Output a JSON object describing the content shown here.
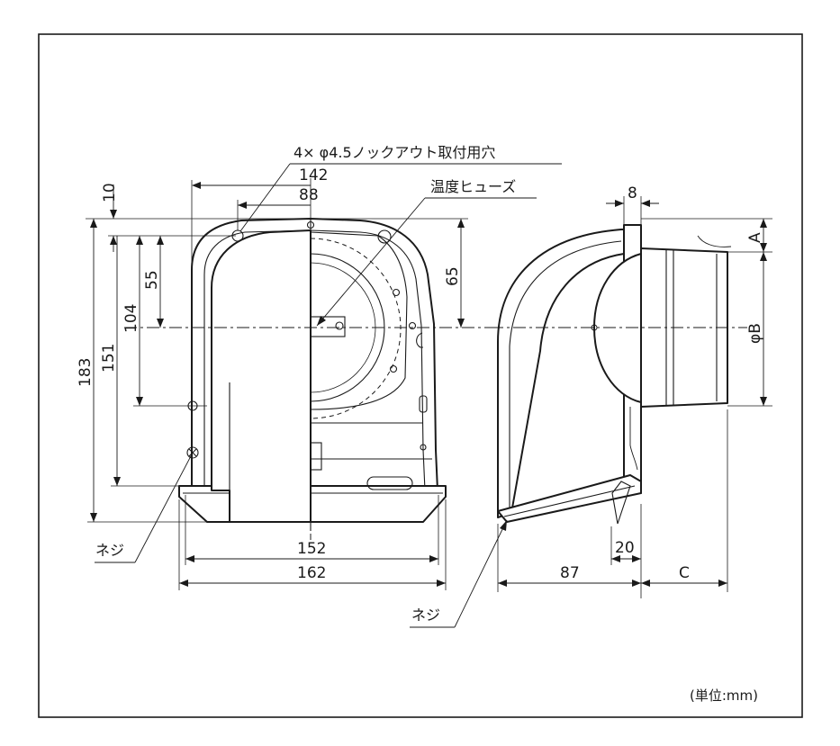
{
  "labels": {
    "knockout_holes": "4× φ4.5ノックアウト取付用穴",
    "thermal_fuse": "温度ヒューズ",
    "screw_front": "ネジ",
    "screw_side": "ネジ",
    "unit": "(単位:mm)"
  },
  "dimensions": {
    "d142": "142",
    "d88": "88",
    "d10": "10",
    "d55": "55",
    "d104": "104",
    "d151": "151",
    "d183": "183",
    "d65": "65",
    "d152": "152",
    "d162": "162",
    "d8": "8",
    "dA": "A",
    "dPhiB": "φB",
    "d20": "20",
    "d87": "87",
    "dC": "C"
  }
}
